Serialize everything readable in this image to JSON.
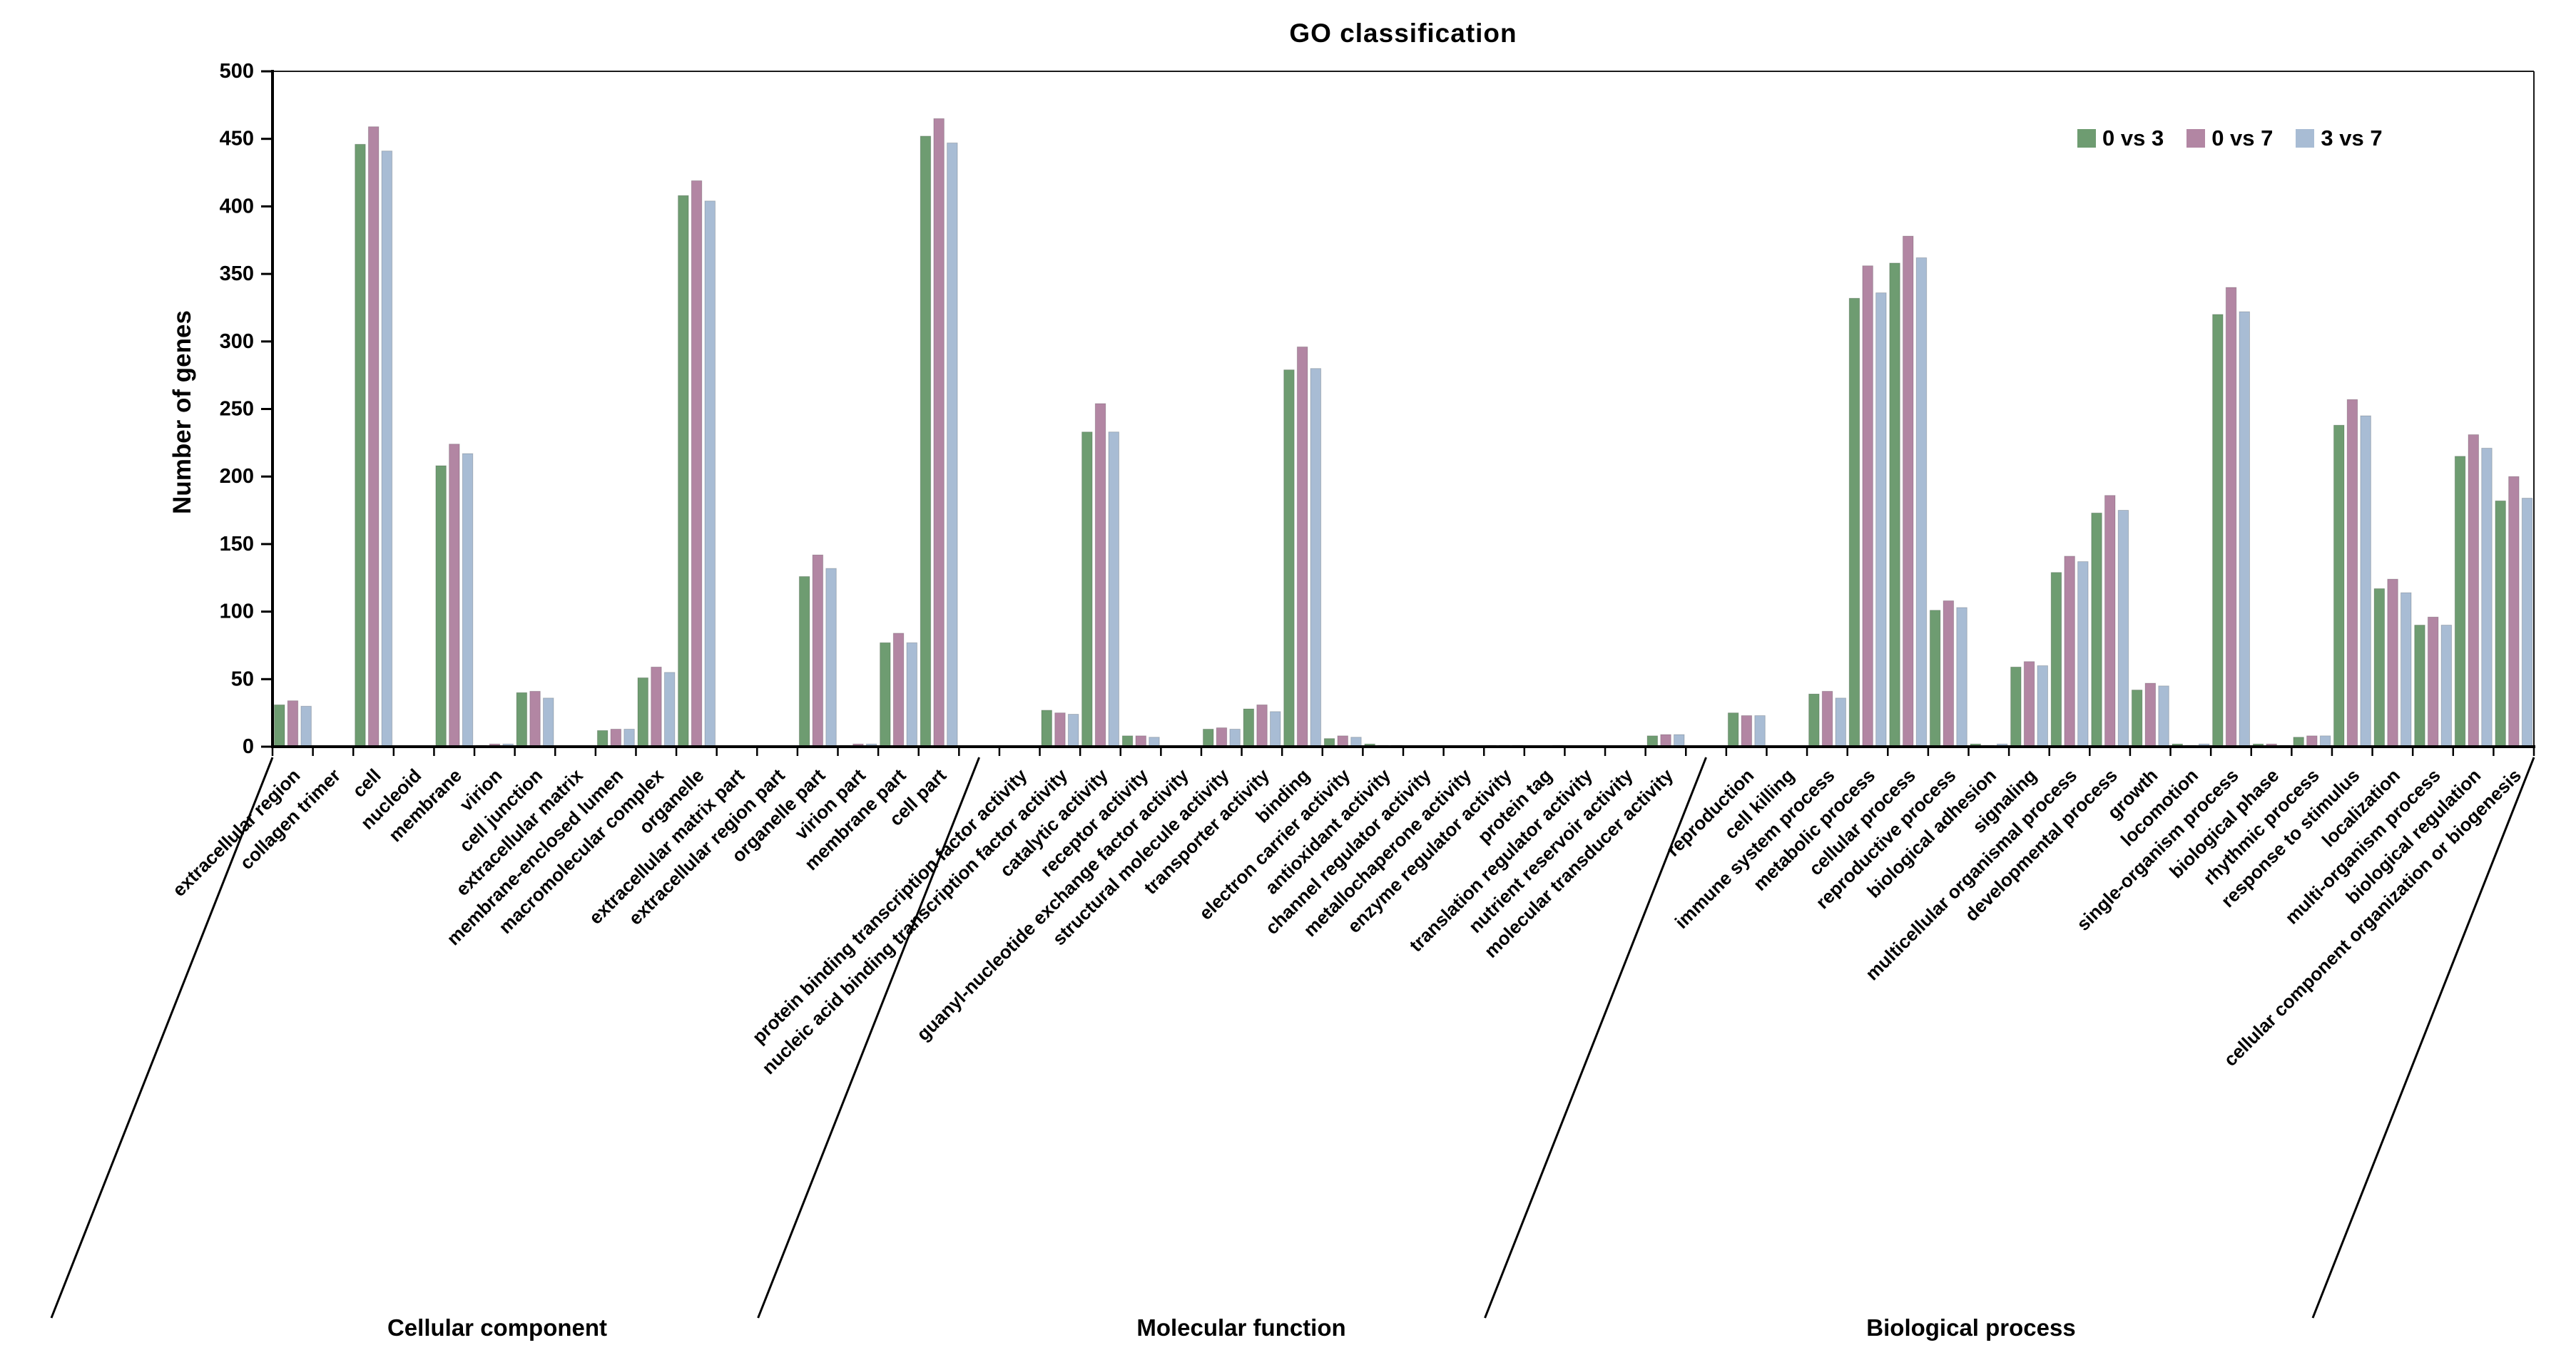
{
  "title": "GO classification",
  "y_axis": {
    "label": "Number of genes",
    "ticks": [
      "0",
      "50",
      "100",
      "150",
      "200",
      "250",
      "300",
      "350",
      "400",
      "450",
      "500"
    ]
  },
  "legend": {
    "items": [
      "0 vs 3",
      "0 vs 7",
      "3 vs 7"
    ]
  },
  "chart_data": {
    "type": "bar",
    "title": "GO classification",
    "xlabel": "",
    "ylabel": "Number of genes",
    "ylim": [
      0,
      500
    ],
    "ytick_step": 50,
    "grid": false,
    "legend_position": "top-right",
    "series_names": [
      "0 vs 3",
      "0 vs 7",
      "3 vs 7"
    ],
    "colors": [
      "#6e9c71",
      "#b286a3",
      "#a8bcd4"
    ],
    "sections": [
      {
        "name": "Cellular component",
        "categories": [
          {
            "label": "extracellular region",
            "values": [
              31,
              34,
              30
            ]
          },
          {
            "label": "collagen trimer",
            "values": [
              0,
              0,
              0
            ]
          },
          {
            "label": "cell",
            "values": [
              446,
              459,
              441
            ]
          },
          {
            "label": "nucleoid",
            "values": [
              0,
              0,
              0
            ]
          },
          {
            "label": "membrane",
            "values": [
              208,
              224,
              217
            ]
          },
          {
            "label": "virion",
            "values": [
              1,
              2,
              2
            ]
          },
          {
            "label": "cell junction",
            "values": [
              40,
              41,
              36
            ]
          },
          {
            "label": "extracellular matrix",
            "values": [
              0,
              0,
              0
            ]
          },
          {
            "label": "membrane-enclosed lumen",
            "values": [
              12,
              13,
              13
            ]
          },
          {
            "label": "macromolecular complex",
            "values": [
              51,
              59,
              55
            ]
          },
          {
            "label": "organelle",
            "values": [
              408,
              419,
              404
            ]
          },
          {
            "label": "extracellular matrix part",
            "values": [
              0,
              0,
              0
            ]
          },
          {
            "label": "extracellular region part",
            "values": [
              0,
              0,
              0
            ]
          },
          {
            "label": "organelle part",
            "values": [
              126,
              142,
              132
            ]
          },
          {
            "label": "virion part",
            "values": [
              1,
              2,
              2
            ]
          },
          {
            "label": "membrane part",
            "values": [
              77,
              84,
              77
            ]
          },
          {
            "label": "cell part",
            "values": [
              452,
              465,
              447
            ]
          }
        ]
      },
      {
        "name": "Molecular function",
        "categories": [
          {
            "label": "protein binding transcription factor activity",
            "values": [
              0,
              0,
              0
            ]
          },
          {
            "label": "nucleic acid binding transcription factor activity",
            "values": [
              27,
              25,
              24
            ]
          },
          {
            "label": "catalytic activity",
            "values": [
              233,
              254,
              233
            ]
          },
          {
            "label": "receptor activity",
            "values": [
              8,
              8,
              7
            ]
          },
          {
            "label": "guanyl-nucleotide exchange factor activity",
            "values": [
              0,
              0,
              0
            ]
          },
          {
            "label": "structural molecule activity",
            "values": [
              13,
              14,
              13
            ]
          },
          {
            "label": "transporter activity",
            "values": [
              28,
              31,
              26
            ]
          },
          {
            "label": "binding",
            "values": [
              279,
              296,
              280
            ]
          },
          {
            "label": "electron carrier activity",
            "values": [
              6,
              8,
              7
            ]
          },
          {
            "label": "antioxidant activity",
            "values": [
              2,
              1,
              1
            ]
          },
          {
            "label": "channel regulator activity",
            "values": [
              0,
              0,
              0
            ]
          },
          {
            "label": "metallochaperone activity",
            "values": [
              0,
              0,
              0
            ]
          },
          {
            "label": "enzyme regulator activity",
            "values": [
              1,
              1,
              1
            ]
          },
          {
            "label": "protein tag",
            "values": [
              0,
              0,
              1
            ]
          },
          {
            "label": "translation regulator activity",
            "values": [
              0,
              0,
              0
            ]
          },
          {
            "label": "nutrient reservoir activity",
            "values": [
              0,
              0,
              0
            ]
          },
          {
            "label": "molecular transducer activity",
            "values": [
              8,
              9,
              9
            ]
          }
        ]
      },
      {
        "name": "Biological process",
        "categories": [
          {
            "label": "reproduction",
            "values": [
              25,
              23,
              23
            ]
          },
          {
            "label": "cell killing",
            "values": [
              0,
              0,
              0
            ]
          },
          {
            "label": "immune system process",
            "values": [
              39,
              41,
              36
            ]
          },
          {
            "label": "metabolic process",
            "values": [
              332,
              356,
              336
            ]
          },
          {
            "label": "cellular process",
            "values": [
              358,
              378,
              362
            ]
          },
          {
            "label": "reproductive process",
            "values": [
              101,
              108,
              103
            ]
          },
          {
            "label": "biological adhesion",
            "values": [
              2,
              1,
              2
            ]
          },
          {
            "label": "signaling",
            "values": [
              59,
              63,
              60
            ]
          },
          {
            "label": "multicellular organismal process",
            "values": [
              129,
              141,
              137
            ]
          },
          {
            "label": "developmental process",
            "values": [
              173,
              186,
              175
            ]
          },
          {
            "label": "growth",
            "values": [
              42,
              47,
              45
            ]
          },
          {
            "label": "locomotion",
            "values": [
              2,
              1,
              2
            ]
          },
          {
            "label": "single-organism process",
            "values": [
              320,
              340,
              322
            ]
          },
          {
            "label": "biological phase",
            "values": [
              2,
              2,
              1
            ]
          },
          {
            "label": "rhythmic process",
            "values": [
              7,
              8,
              8
            ]
          },
          {
            "label": "response to stimulus",
            "values": [
              238,
              257,
              245
            ]
          },
          {
            "label": "localization",
            "values": [
              117,
              124,
              114
            ]
          },
          {
            "label": "multi-organism process",
            "values": [
              90,
              96,
              90
            ]
          },
          {
            "label": "biological regulation",
            "values": [
              215,
              231,
              221
            ]
          },
          {
            "label": "cellular component organization or biogenesis",
            "values": [
              182,
              200,
              184
            ]
          }
        ]
      }
    ]
  }
}
